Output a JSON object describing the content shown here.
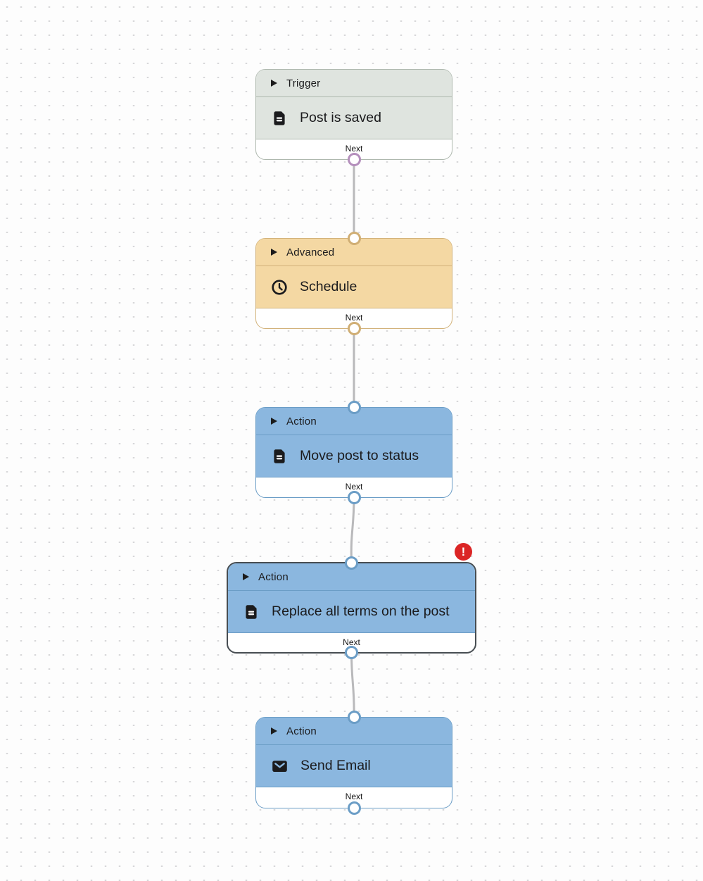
{
  "canvas": {
    "type": "workflow-editor",
    "grid": "dotted",
    "grid_dot_color": "#d7d7d9",
    "background_color": "#fdfdfd",
    "connector_color": "#b9b9bb"
  },
  "colors": {
    "trigger_fill": "#dfe4df",
    "trigger_border": "#aeb8ae",
    "trigger_port": "#b48fbc",
    "advanced_fill": "#f4d8a3",
    "advanced_border": "#d2b27a",
    "action_fill": "#8bb7df",
    "action_border": "#6b9dc6",
    "selected_border": "#474d52",
    "error_badge": "#db2525"
  },
  "error_badge": {
    "symbol": "!"
  },
  "nodes": [
    {
      "category": "Trigger",
      "title": "Post is saved",
      "icon": "document-icon",
      "next_label": "Next",
      "has_input": false,
      "selected": false,
      "has_error": false
    },
    {
      "category": "Advanced",
      "title": "Schedule",
      "icon": "clock-icon",
      "next_label": "Next",
      "has_input": true,
      "selected": false,
      "has_error": false
    },
    {
      "category": "Action",
      "title": "Move post to status",
      "icon": "document-icon",
      "next_label": "Next",
      "has_input": true,
      "selected": false,
      "has_error": false
    },
    {
      "category": "Action",
      "title": "Replace all terms on the post",
      "icon": "document-icon",
      "next_label": "Next",
      "has_input": true,
      "selected": true,
      "has_error": true
    },
    {
      "category": "Action",
      "title": "Send Email",
      "icon": "email-icon",
      "next_label": "Next",
      "has_input": true,
      "selected": false,
      "has_error": false
    }
  ]
}
